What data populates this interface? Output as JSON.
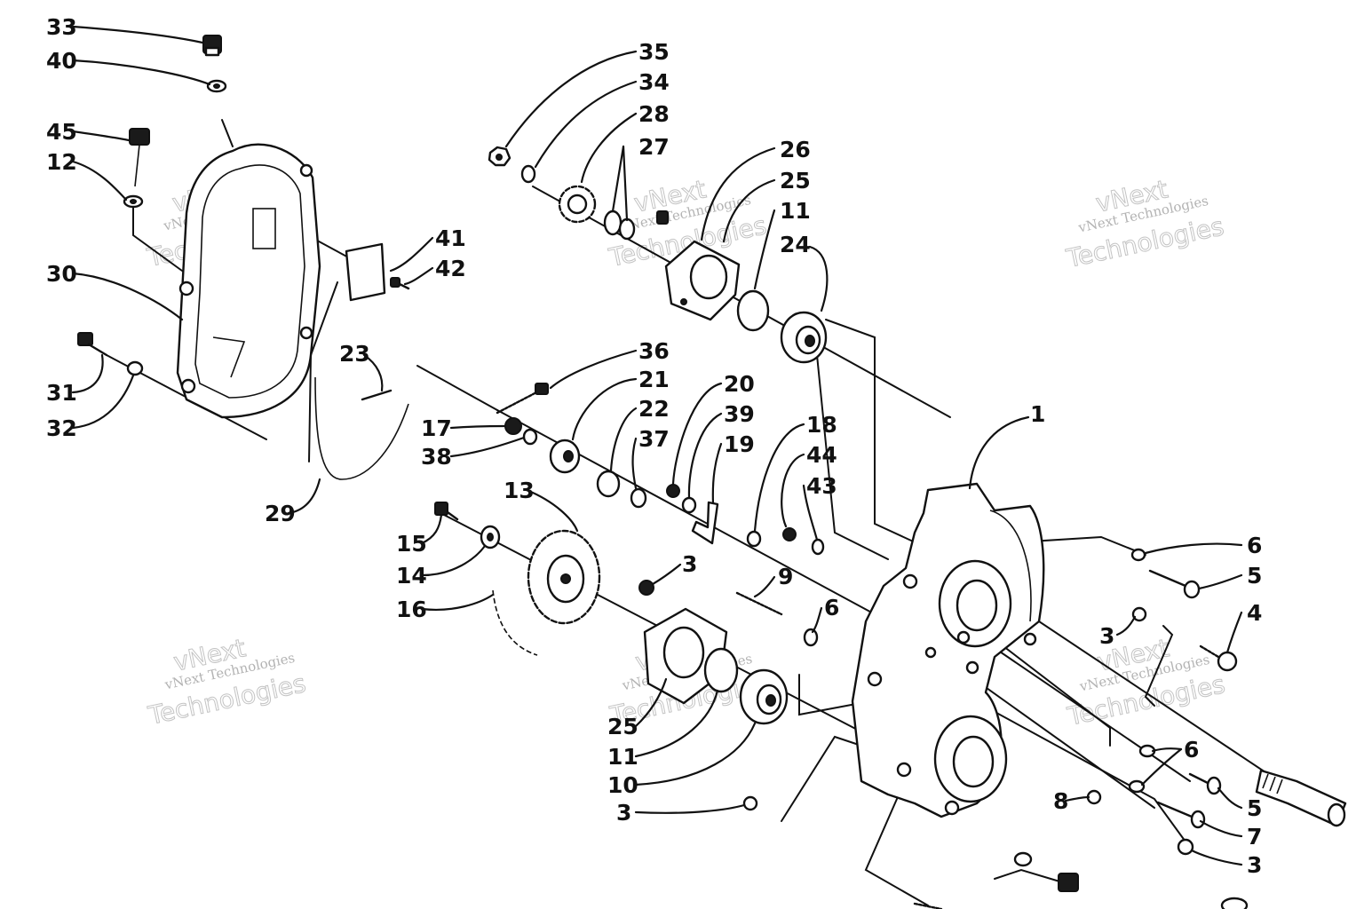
{
  "watermark": {
    "line1": "vNext",
    "line2": "Technologies",
    "full": "vNext Technologies"
  },
  "callouts": {
    "p1": "1",
    "p3": "3",
    "p4": "4",
    "p5": "5",
    "p6": "6",
    "p7": "7",
    "p8": "8",
    "p9": "9",
    "p10": "10",
    "p11": "11",
    "p12": "12",
    "p13": "13",
    "p14": "14",
    "p15": "15",
    "p16": "16",
    "p17": "17",
    "p18": "18",
    "p19": "19",
    "p20": "20",
    "p21": "21",
    "p22": "22",
    "p23": "23",
    "p24": "24",
    "p25": "25",
    "p26": "26",
    "p27": "27",
    "p28": "28",
    "p29": "29",
    "p30": "30",
    "p31": "31",
    "p32": "32",
    "p33": "33",
    "p34": "34",
    "p35": "35",
    "p36": "36",
    "p37": "37",
    "p38": "38",
    "p39": "39",
    "p40": "40",
    "p41": "41",
    "p42": "42",
    "p43": "43",
    "p44": "44",
    "p45": "45"
  }
}
